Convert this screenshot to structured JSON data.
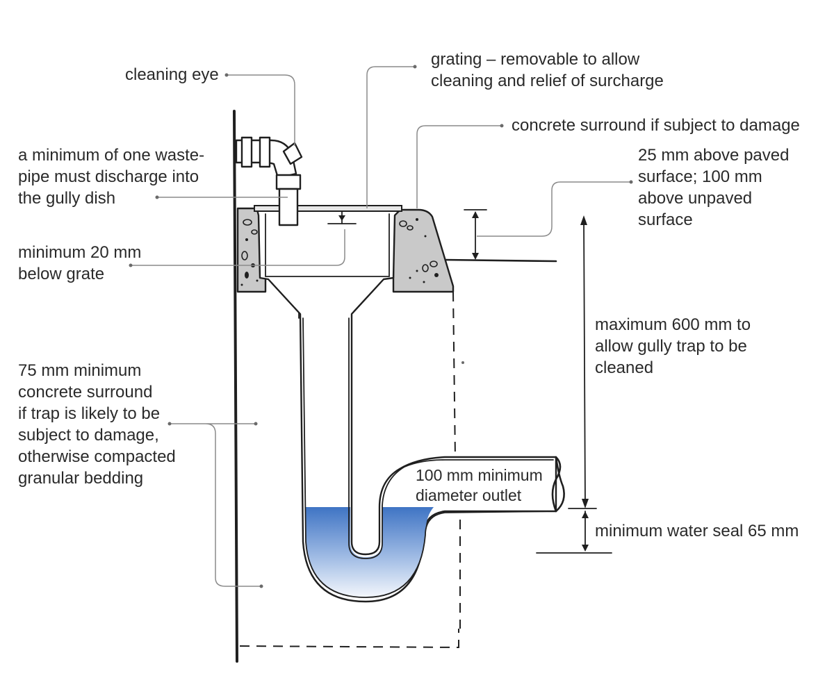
{
  "labels": {
    "cleaning_eye": "cleaning eye",
    "grating": [
      "grating – removable to allow",
      "cleaning and relief of surcharge"
    ],
    "concrete_surround": "concrete surround if subject to damage",
    "waste_pipe": [
      "a minimum of one waste-",
      "pipe must discharge into",
      "the gully dish"
    ],
    "above_surface": [
      "25 mm above paved",
      "surface; 100 mm",
      "above unpaved",
      "surface"
    ],
    "below_grate": [
      "minimum 20 mm",
      "below grate"
    ],
    "max_depth": [
      "maximum 600 mm to",
      "allow gully trap to be",
      "cleaned"
    ],
    "concrete_bedding": [
      "75 mm minimum",
      "concrete surround",
      "if trap is likely to be",
      "subject to damage,",
      "otherwise compacted",
      "granular bedding"
    ],
    "outlet": [
      "100 mm minimum",
      "diameter outlet"
    ],
    "water_seal": "minimum water seal 65 mm"
  },
  "colors": {
    "ink": "#1f1f1f",
    "leader": "#8a8a8a",
    "concrete": "#c9c9c9",
    "water_top": "#3f74c4",
    "water_bottom": "#f2f6fc",
    "text": "#2a2a2a"
  }
}
